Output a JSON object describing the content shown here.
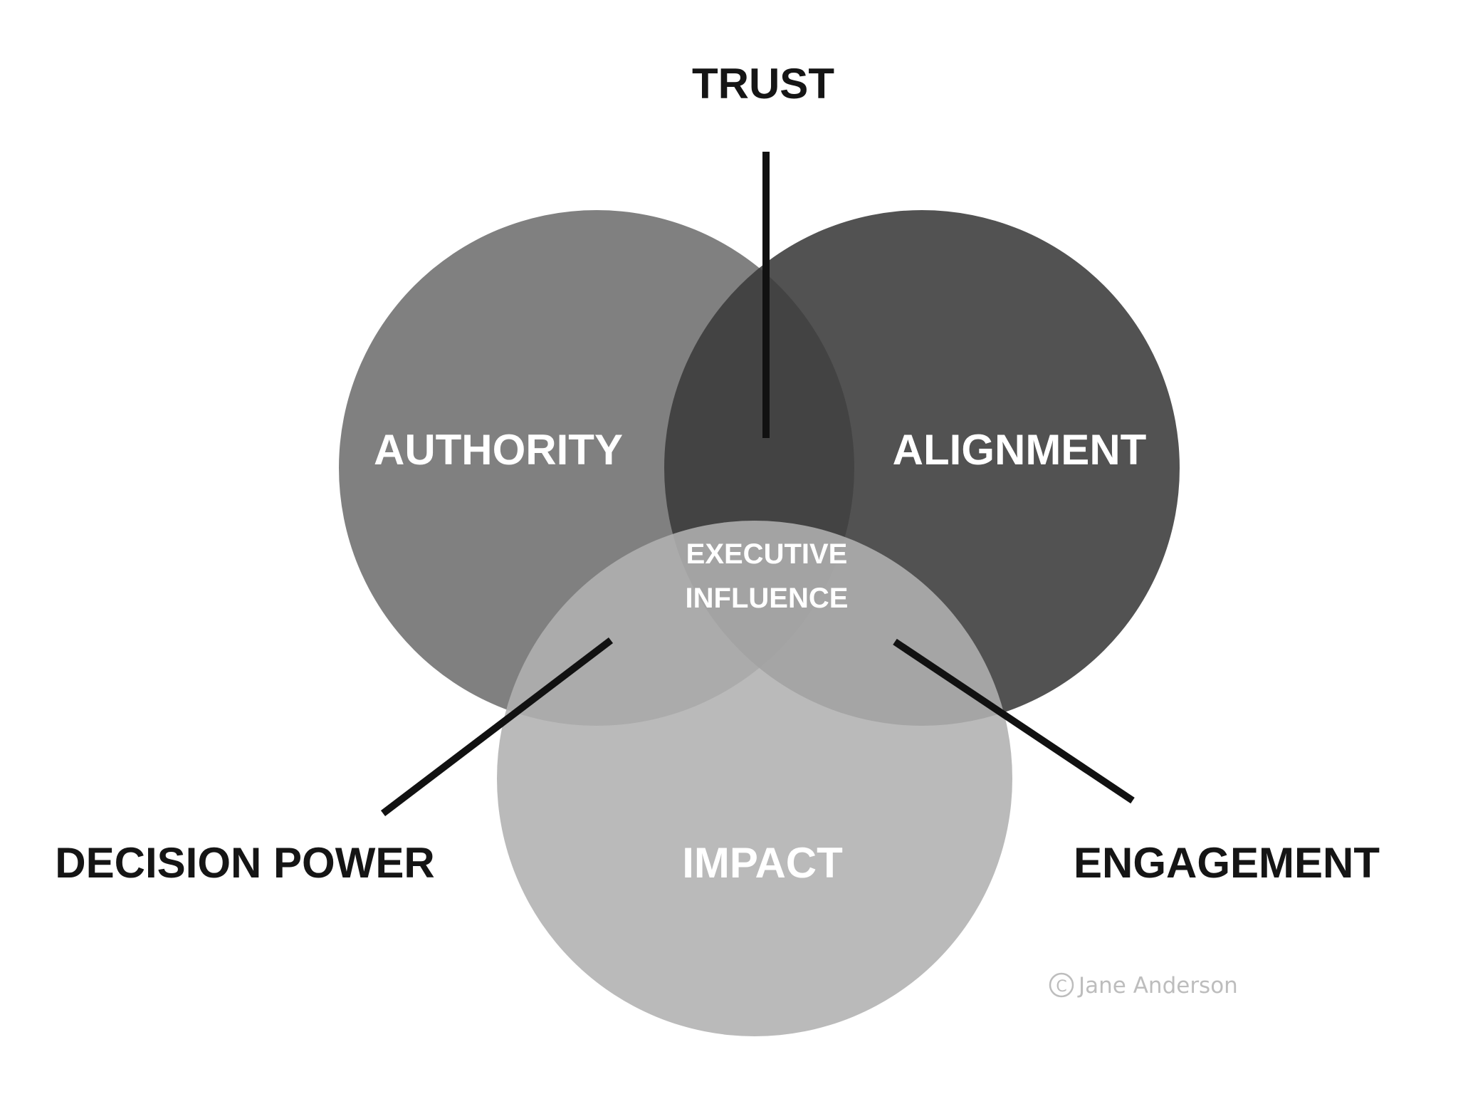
{
  "diagram": {
    "type": "venn",
    "circles": [
      {
        "id": "authority",
        "label": "AUTHORITY",
        "color": "#6e6e6e"
      },
      {
        "id": "alignment",
        "label": "ALIGNMENT",
        "color": "#3a3a3a"
      },
      {
        "id": "impact",
        "label": "IMPACT",
        "color": "#b0b0b0"
      }
    ],
    "center_label_line1": "EXECUTIVE",
    "center_label_line2": "INFLUENCE",
    "intersections": [
      {
        "between": [
          "authority",
          "alignment"
        ],
        "label": "TRUST"
      },
      {
        "between": [
          "authority",
          "impact"
        ],
        "label": "DECISION POWER"
      },
      {
        "between": [
          "alignment",
          "impact"
        ],
        "label": "ENGAGEMENT"
      }
    ]
  },
  "credit": {
    "symbol": "C",
    "author": "Jane Anderson"
  }
}
